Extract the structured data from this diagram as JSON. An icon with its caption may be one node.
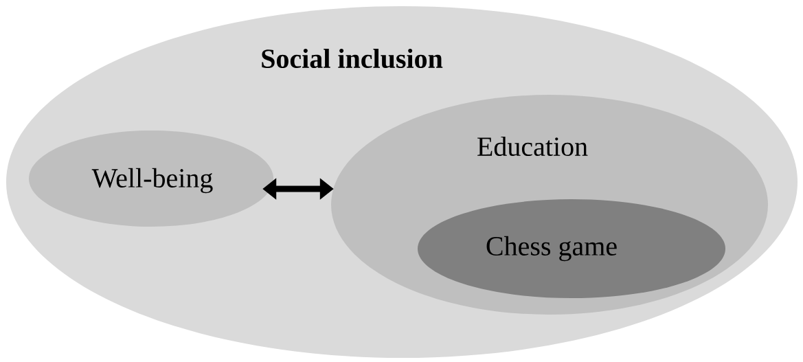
{
  "diagram": {
    "nodes": [
      {
        "text": [
          "Social inclusion"
        ]
      },
      {
        "text": [
          "Well-being"
        ],
        "in": 0
      },
      {
        "text": [
          "Education"
        ],
        "in": 0
      },
      {
        "text": [
          "Chess game"
        ],
        "in": 2
      }
    ],
    "edges": [
      {
        "from": 1,
        "to": 2,
        "arrow": "both"
      }
    ]
  }
}
